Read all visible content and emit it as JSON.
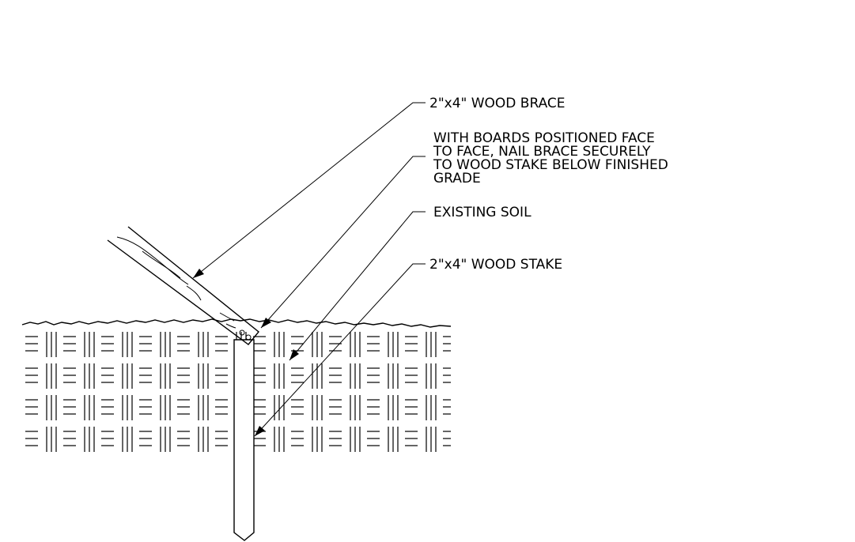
{
  "labels": {
    "brace": "2\"x4\" WOOD BRACE",
    "note_line1": "WITH BOARDS POSITIONED FACE",
    "note_line2": "TO FACE, NAIL BRACE SECURELY",
    "note_line3": "TO WOOD STAKE BELOW FINISHED",
    "note_line4": "GRADE",
    "soil": "EXISTING SOIL",
    "stake": "2\"x4\" WOOD STAKE"
  },
  "colors": {
    "line": "#000000",
    "background": "#ffffff"
  }
}
